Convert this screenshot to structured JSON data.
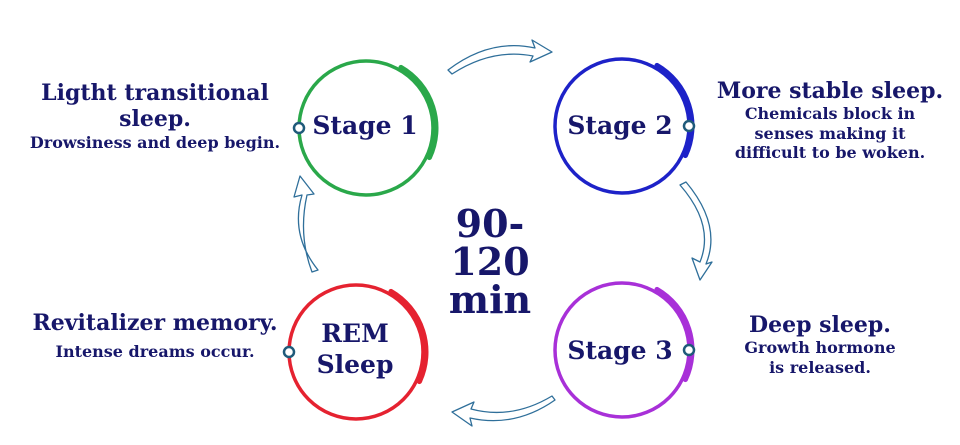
{
  "center": {
    "line1": "90-120",
    "line2": "min"
  },
  "stages": [
    {
      "label": "Stage 1",
      "color": "#2aa84a",
      "title": "Ligtht transitional",
      "title2": "sleep.",
      "desc": [
        "Drowsiness and deep begin."
      ]
    },
    {
      "label": "Stage 2",
      "color": "#1d22c8",
      "title": "More stable sleep.",
      "desc": [
        "Chemicals block in",
        "senses making it",
        "difficult to be woken."
      ]
    },
    {
      "label": "Stage 3",
      "color": "#a830d8",
      "title": "Deep sleep.",
      "desc": [
        "Growth hormone",
        "is released."
      ]
    },
    {
      "label1": "REM",
      "label2": "Sleep",
      "color": "#e52230",
      "title": "Revitalizer memory.",
      "desc": [
        "Intense dreams occur."
      ]
    }
  ],
  "colors": {
    "text": "#17176a",
    "arrow": "#2f6f9a",
    "marker": "#1f5a7a"
  }
}
